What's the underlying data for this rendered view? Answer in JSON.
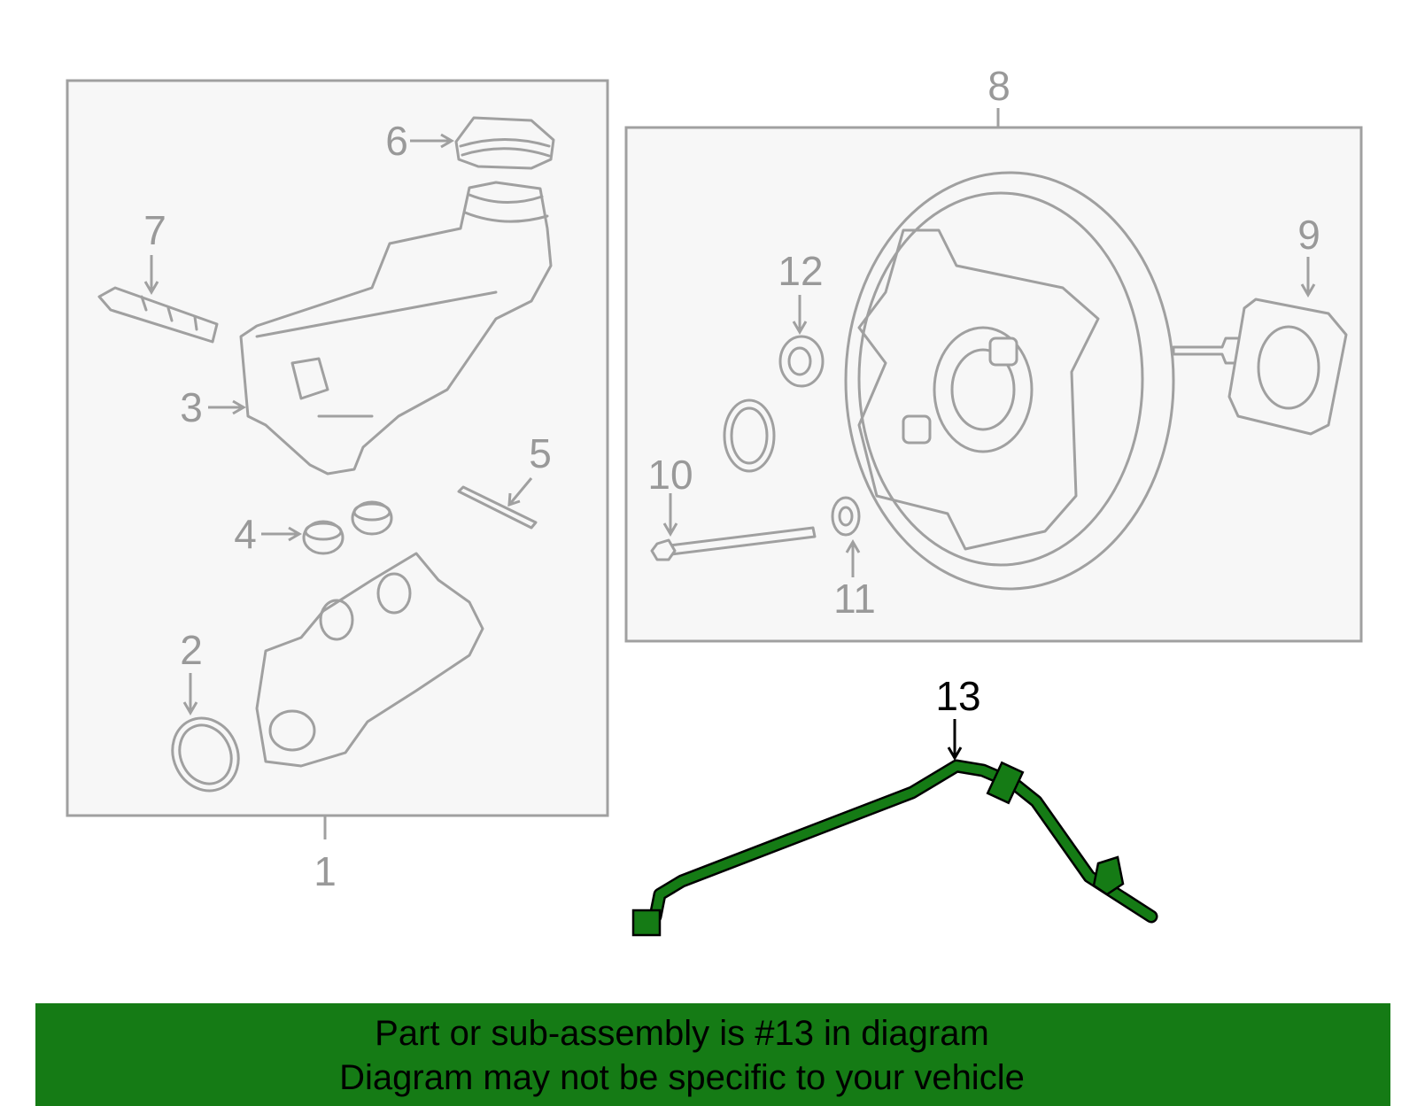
{
  "callouts": {
    "c1": "1",
    "c2": "2",
    "c3": "3",
    "c4": "4",
    "c5": "5",
    "c6": "6",
    "c7": "7",
    "c8": "8",
    "c9": "9",
    "c10": "10",
    "c11": "11",
    "c12": "12",
    "c13": "13"
  },
  "highlighted_part": "13",
  "colors": {
    "highlight_part": "#157b15",
    "banner_background": "#157b15",
    "outline_gray": "#a0a0a0",
    "box_fill": "#f7f7f7"
  },
  "banner": {
    "line1": "Part or sub-assembly is #13 in diagram",
    "line2": "Diagram may not be specific to your vehicle"
  }
}
